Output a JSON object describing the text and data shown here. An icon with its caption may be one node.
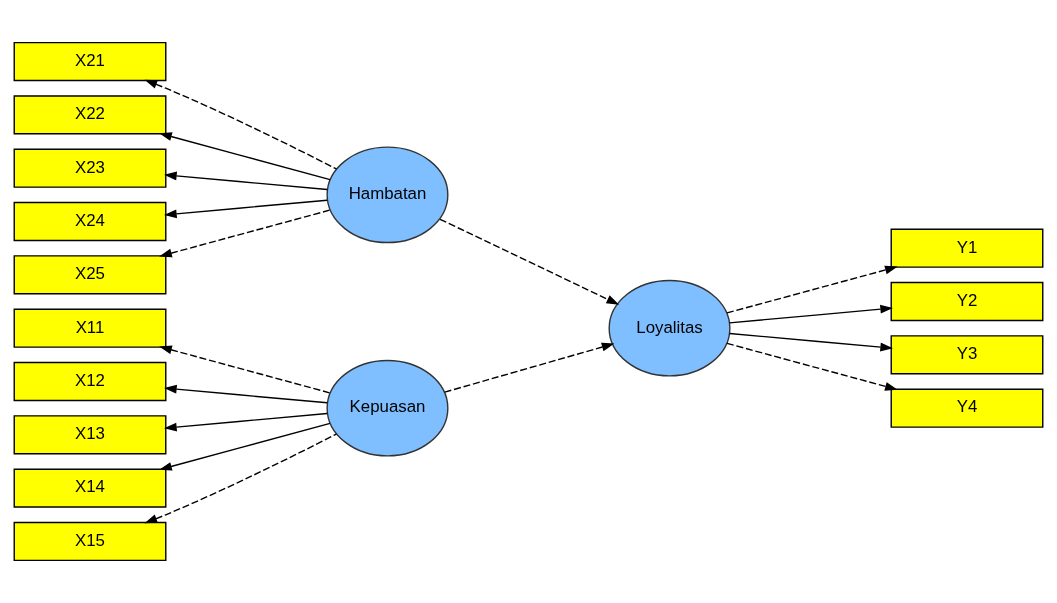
{
  "diagram": {
    "nodes": [
      {
        "text": [
          "Kepuasan"
        ]
      },
      {
        "text": [
          "Hambatan"
        ]
      },
      {
        "text": [
          "Loyalitas"
        ]
      },
      {
        "text": [
          "X11"
        ]
      },
      {
        "text": [
          "X12"
        ]
      },
      {
        "text": [
          "X13"
        ]
      },
      {
        "text": [
          "X14"
        ]
      },
      {
        "text": [
          "X15"
        ]
      },
      {
        "text": [
          "X21"
        ]
      },
      {
        "text": [
          "X22"
        ]
      },
      {
        "text": [
          "X23"
        ]
      },
      {
        "text": [
          "X24"
        ]
      },
      {
        "text": [
          "X25"
        ]
      },
      {
        "text": [
          "Y1"
        ]
      },
      {
        "text": [
          "Y2"
        ]
      },
      {
        "text": [
          "Y3"
        ]
      },
      {
        "text": [
          "Y4"
        ]
      }
    ],
    "edges": [
      {
        "from": 0,
        "to": 3,
        "arrow": "to",
        "style": "dashed"
      },
      {
        "from": 0,
        "to": 4,
        "arrow": "to"
      },
      {
        "from": 0,
        "to": 5,
        "arrow": "to"
      },
      {
        "from": 0,
        "to": 6,
        "arrow": "to"
      },
      {
        "from": 0,
        "to": 7,
        "arrow": "to",
        "style": "dashed"
      },
      {
        "from": 1,
        "to": 8,
        "arrow": "to",
        "style": "dashed"
      },
      {
        "from": 1,
        "to": 9,
        "arrow": "to"
      },
      {
        "from": 1,
        "to": 10,
        "arrow": "to"
      },
      {
        "from": 1,
        "to": 11,
        "arrow": "to"
      },
      {
        "from": 1,
        "to": 12,
        "arrow": "to",
        "style": "dashed"
      },
      {
        "from": 0,
        "to": 2,
        "arrow": "to",
        "style": "dashed"
      },
      {
        "from": 1,
        "to": 2,
        "arrow": "to",
        "style": "dashed"
      },
      {
        "from": 2,
        "to": 13,
        "arrow": "to",
        "style": "dashed"
      },
      {
        "from": 2,
        "to": 14,
        "arrow": "to"
      },
      {
        "from": 2,
        "to": 15,
        "arrow": "to"
      },
      {
        "from": 2,
        "to": 16,
        "arrow": "to",
        "style": "dashed"
      }
    ]
  }
}
